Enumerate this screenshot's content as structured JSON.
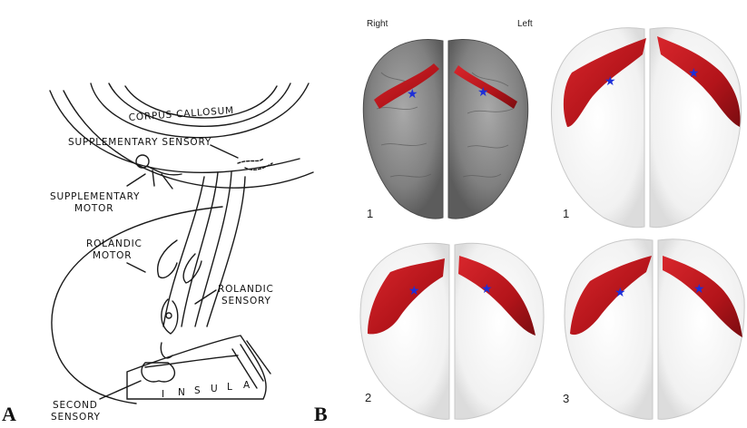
{
  "panel_a": {
    "letter": "A",
    "labels": {
      "corpus_callosum": "CORPUS CALLOSUM",
      "supplementary_sensory": "SUPPLEMENTARY SENSORY",
      "supplementary_motor_1": "SUPPLEMENTARY",
      "supplementary_motor_2": "MOTOR",
      "rolandic_motor_1": "ROLANDIC",
      "rolandic_motor_2": "MOTOR",
      "rolandic_sensory_1": "ROLANDIC",
      "rolandic_sensory_2": "SENSORY",
      "second_sensory_1": "SECOND",
      "second_sensory_2": "SENSORY",
      "insula_letters": [
        "I",
        "N",
        "S",
        "U",
        "L",
        "A"
      ]
    }
  },
  "panel_b": {
    "letter": "B",
    "side_right": "Right",
    "side_left": "Left",
    "views": [
      {
        "number": "1",
        "style": "surface"
      },
      {
        "number": "1",
        "style": "glass"
      },
      {
        "number": "2",
        "style": "glass"
      },
      {
        "number": "3",
        "style": "glass"
      }
    ],
    "marker_glyph": "★",
    "colors": {
      "region": "#b3141a",
      "region_dark": "#7a0c10",
      "marker": "#1d2fd8",
      "brain_surface": "#8c8c8c",
      "brain_glass": "#f2f2f2"
    }
  }
}
